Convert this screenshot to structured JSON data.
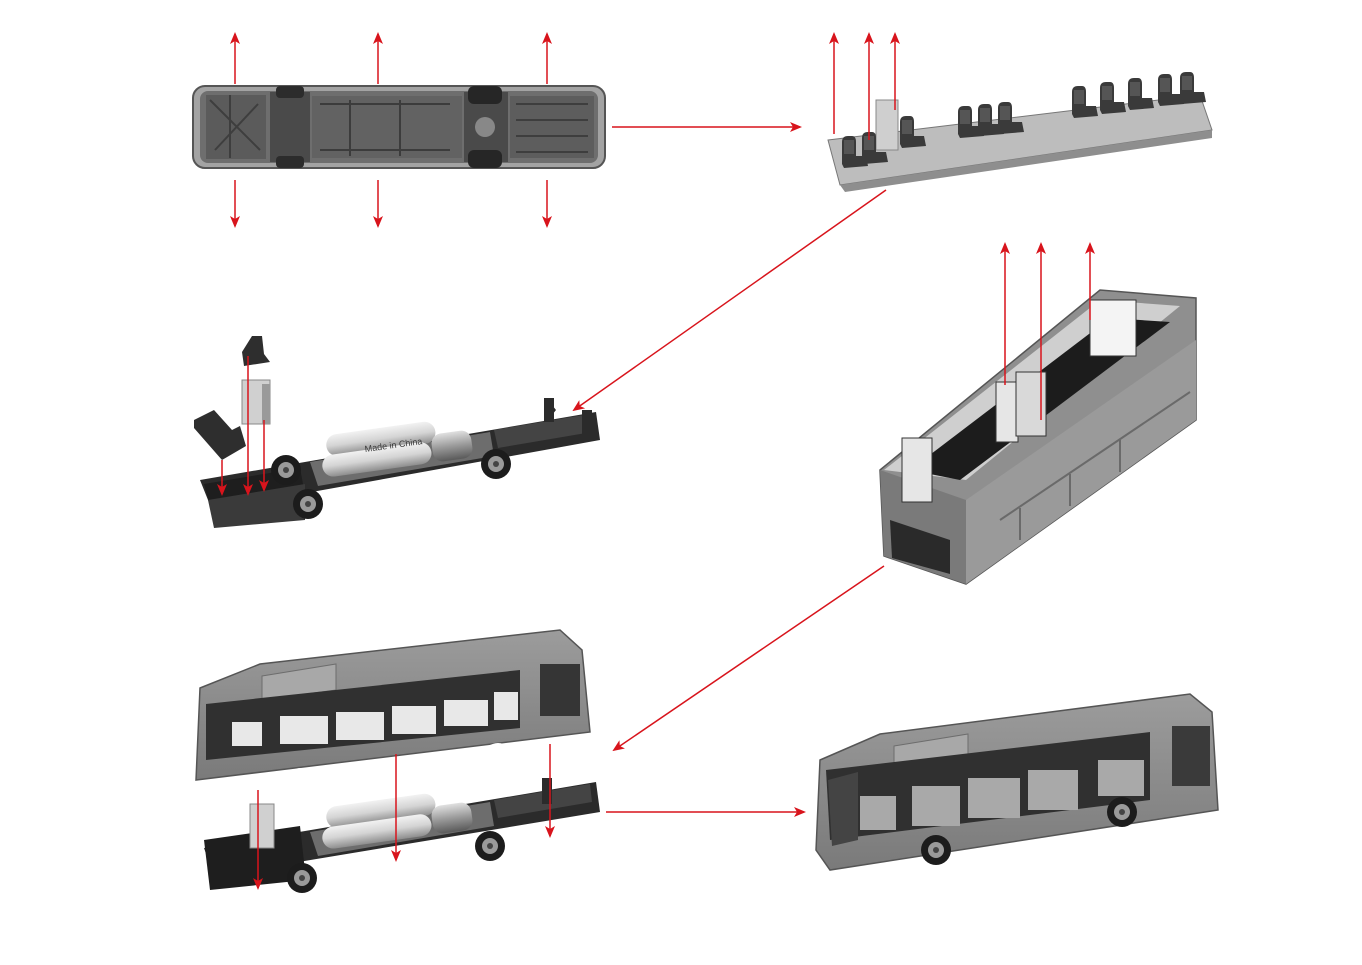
{
  "diagram": {
    "steps": [
      {
        "id": "chassis-underside-view",
        "description_visible": false
      },
      {
        "id": "interior-seating-insert"
      },
      {
        "id": "chassis-with-battery-pack"
      },
      {
        "id": "bus-body-shell-cutaway"
      },
      {
        "id": "body-over-chassis-assembly"
      },
      {
        "id": "assembled-bus"
      }
    ],
    "battery_label": "Made in China",
    "colors": {
      "arrow": "#d8141c",
      "body_gray": "#8a8a8a",
      "dark_part": "#2b2b2b",
      "light_part": "#bfbfbf"
    }
  }
}
